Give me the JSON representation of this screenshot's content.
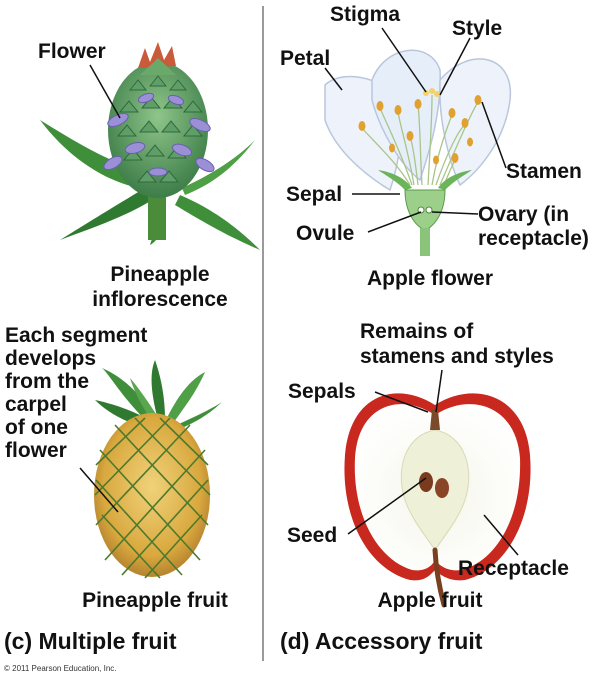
{
  "pineapple_flower": {
    "flower_label": "Flower",
    "caption_line1": "Pineapple",
    "caption_line2": "inflorescence"
  },
  "pineapple_fruit": {
    "annotation_lines": [
      "Each segment",
      "develops",
      "from the",
      "carpel",
      "of one",
      "flower"
    ],
    "caption": "Pineapple fruit"
  },
  "apple_flower": {
    "stigma": "Stigma",
    "style": "Style",
    "petal": "Petal",
    "stamen": "Stamen",
    "sepal": "Sepal",
    "ovule": "Ovule",
    "ovary_line1": "Ovary (in",
    "ovary_line2": "receptacle)",
    "caption": "Apple flower"
  },
  "apple_fruit": {
    "remains_line1": "Remains of",
    "remains_line2": "stamens and styles",
    "sepals": "Sepals",
    "seed": "Seed",
    "receptacle": "Receptacle",
    "caption": "Apple fruit"
  },
  "sections": {
    "left": "(c) Multiple fruit",
    "right": "(d) Accessory fruit"
  },
  "copyright": "© 2011 Pearson Education, Inc.",
  "colors": {
    "pineapple_green": "#3f8f3a",
    "bract_purple": "#9b8fd6",
    "fruit_yellow": "#e2b649",
    "apple_red": "#c8281e",
    "petal_white": "#eef3fb",
    "anther_orange": "#e0a130"
  }
}
